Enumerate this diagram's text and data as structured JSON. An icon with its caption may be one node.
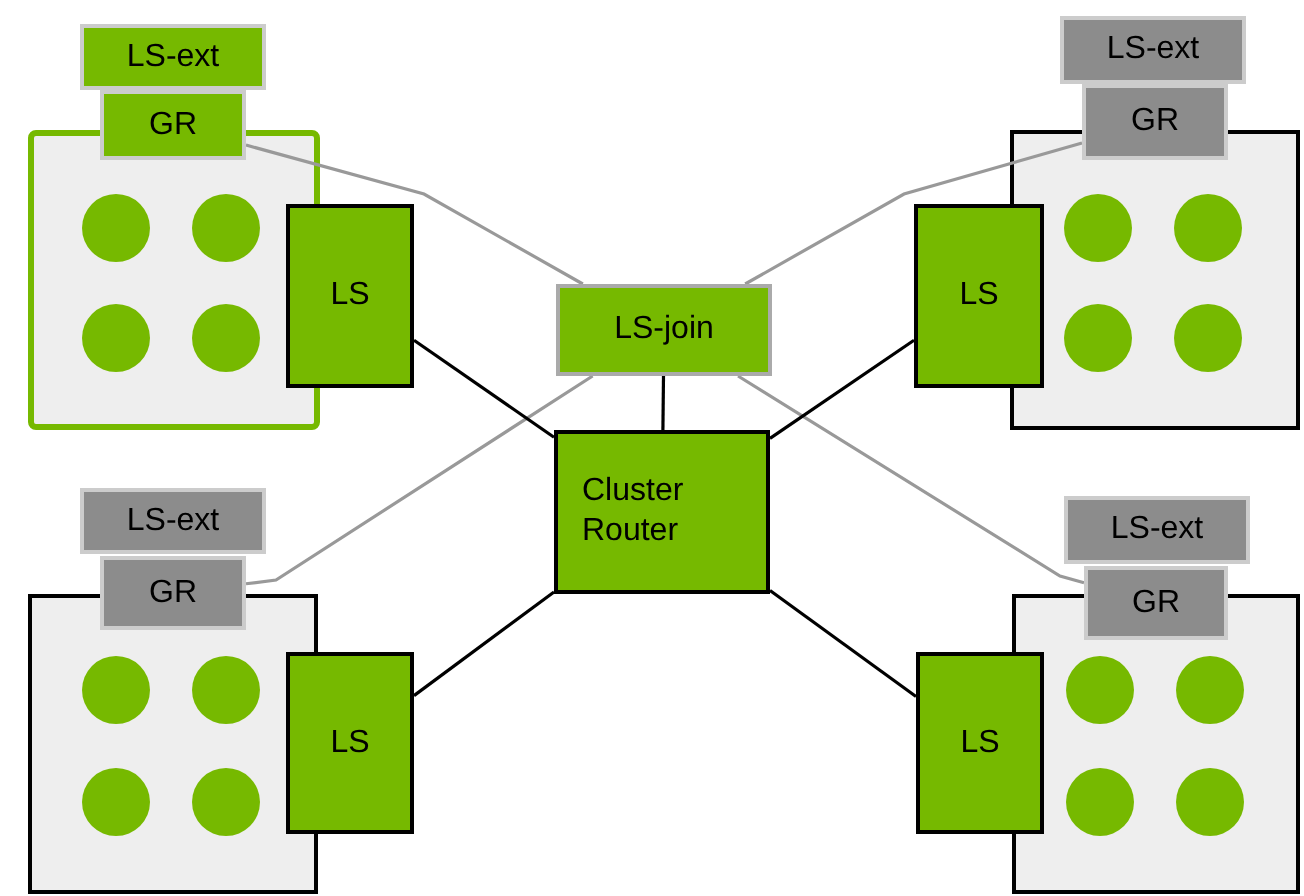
{
  "diagram": {
    "nodes": [
      {
        "text": [
          "LS-ext"
        ]
      },
      {
        "text": [
          "GR"
        ]
      },
      {
        "text": [],
        "shape": "box"
      },
      {
        "text": [],
        "shape": "circle",
        "in": 2
      },
      {
        "text": [],
        "shape": "circle",
        "in": 2
      },
      {
        "text": [],
        "shape": "circle",
        "in": 2
      },
      {
        "text": [],
        "shape": "circle",
        "in": 2
      },
      {
        "text": [
          "LS"
        ]
      },
      {
        "text": [
          "LS-ext"
        ]
      },
      {
        "text": [
          "GR"
        ]
      },
      {
        "text": [],
        "shape": "box"
      },
      {
        "text": [],
        "shape": "circle",
        "in": 10
      },
      {
        "text": [],
        "shape": "circle",
        "in": 10
      },
      {
        "text": [],
        "shape": "circle",
        "in": 10
      },
      {
        "text": [],
        "shape": "circle",
        "in": 10
      },
      {
        "text": [
          "LS"
        ]
      },
      {
        "text": [
          "LS-join"
        ]
      },
      {
        "text": [
          "Cluster Router"
        ]
      },
      {
        "text": [
          "LS-ext"
        ]
      },
      {
        "text": [
          "GR"
        ]
      },
      {
        "text": [],
        "shape": "box"
      },
      {
        "text": [],
        "shape": "circle",
        "in": 20
      },
      {
        "text": [],
        "shape": "circle",
        "in": 20
      },
      {
        "text": [],
        "shape": "circle",
        "in": 20
      },
      {
        "text": [],
        "shape": "circle",
        "in": 20
      },
      {
        "text": [
          "LS"
        ]
      },
      {
        "text": [
          "LS-ext"
        ]
      },
      {
        "text": [
          "GR"
        ]
      },
      {
        "text": [],
        "shape": "box"
      },
      {
        "text": [],
        "shape": "circle",
        "in": 28
      },
      {
        "text": [],
        "shape": "circle",
        "in": 28
      },
      {
        "text": [],
        "shape": "circle",
        "in": 28
      },
      {
        "text": [],
        "shape": "circle",
        "in": 28
      },
      {
        "text": [
          "LS"
        ]
      }
    ],
    "edges": [
      {
        "from": 1,
        "to": 16,
        "arrow": "none",
        "color": "#999999"
      },
      {
        "from": 9,
        "to": 16,
        "arrow": "none",
        "color": "#999999"
      },
      {
        "from": 19,
        "to": 16,
        "arrow": "none",
        "color": "#999999"
      },
      {
        "from": 27,
        "to": 16,
        "arrow": "none",
        "color": "#999999"
      },
      {
        "from": 16,
        "to": 17,
        "arrow": "none"
      },
      {
        "from": 7,
        "to": 17,
        "arrow": "none"
      },
      {
        "from": 15,
        "to": 17,
        "arrow": "none"
      },
      {
        "from": 25,
        "to": 17,
        "arrow": "none"
      },
      {
        "from": 33,
        "to": 17,
        "arrow": "none"
      }
    ]
  }
}
